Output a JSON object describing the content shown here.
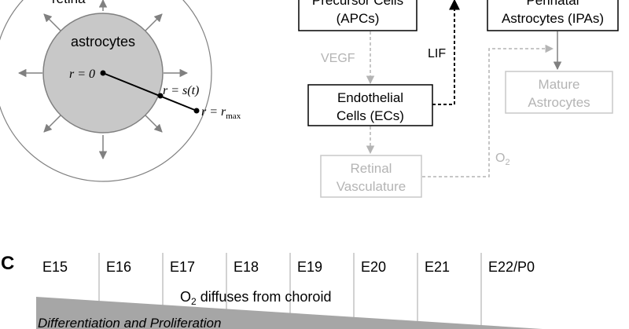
{
  "retina_diagram": {
    "retina_label": "retina",
    "astrocytes_label": "astrocytes",
    "r_zero": "r = 0",
    "r_s_prefix": "r = s(",
    "r_s_var": "t",
    "r_s_suffix": ")",
    "r_max_prefix": "r = r",
    "r_max_sub": "max"
  },
  "flow_diagram": {
    "apcs_line1": "Precursor Cells",
    "apcs_line2": "(APCs)",
    "ipas_line1": "Perinatal",
    "ipas_line2": "Astrocytes (IPAs)",
    "vegf_label": "VEGF",
    "lif_label": "LIF",
    "ecs_line1": "Endothelial",
    "ecs_line2": "Cells (ECs)",
    "mature_line1": "Mature",
    "mature_line2": "Astrocytes",
    "retinal_line1": "Retinal",
    "retinal_line2": "Vasculature",
    "o2_label": "O",
    "o2_sub": "2"
  },
  "timeline": {
    "panel_label": "C",
    "stages": [
      "E15",
      "E16",
      "E17",
      "E18",
      "E19",
      "E20",
      "E21",
      "E22/P0"
    ],
    "o2_text_prefix": "O",
    "o2_text_sub": "2",
    "o2_text_suffix": " diffuses from choroid",
    "process_label": "Differentiation and Proliferation"
  },
  "colors": {
    "gray_disk": "#c8c8c8",
    "arrow_gray": "#808080",
    "faded": "#b4b4b4",
    "wedge": "#a6a6a6"
  }
}
